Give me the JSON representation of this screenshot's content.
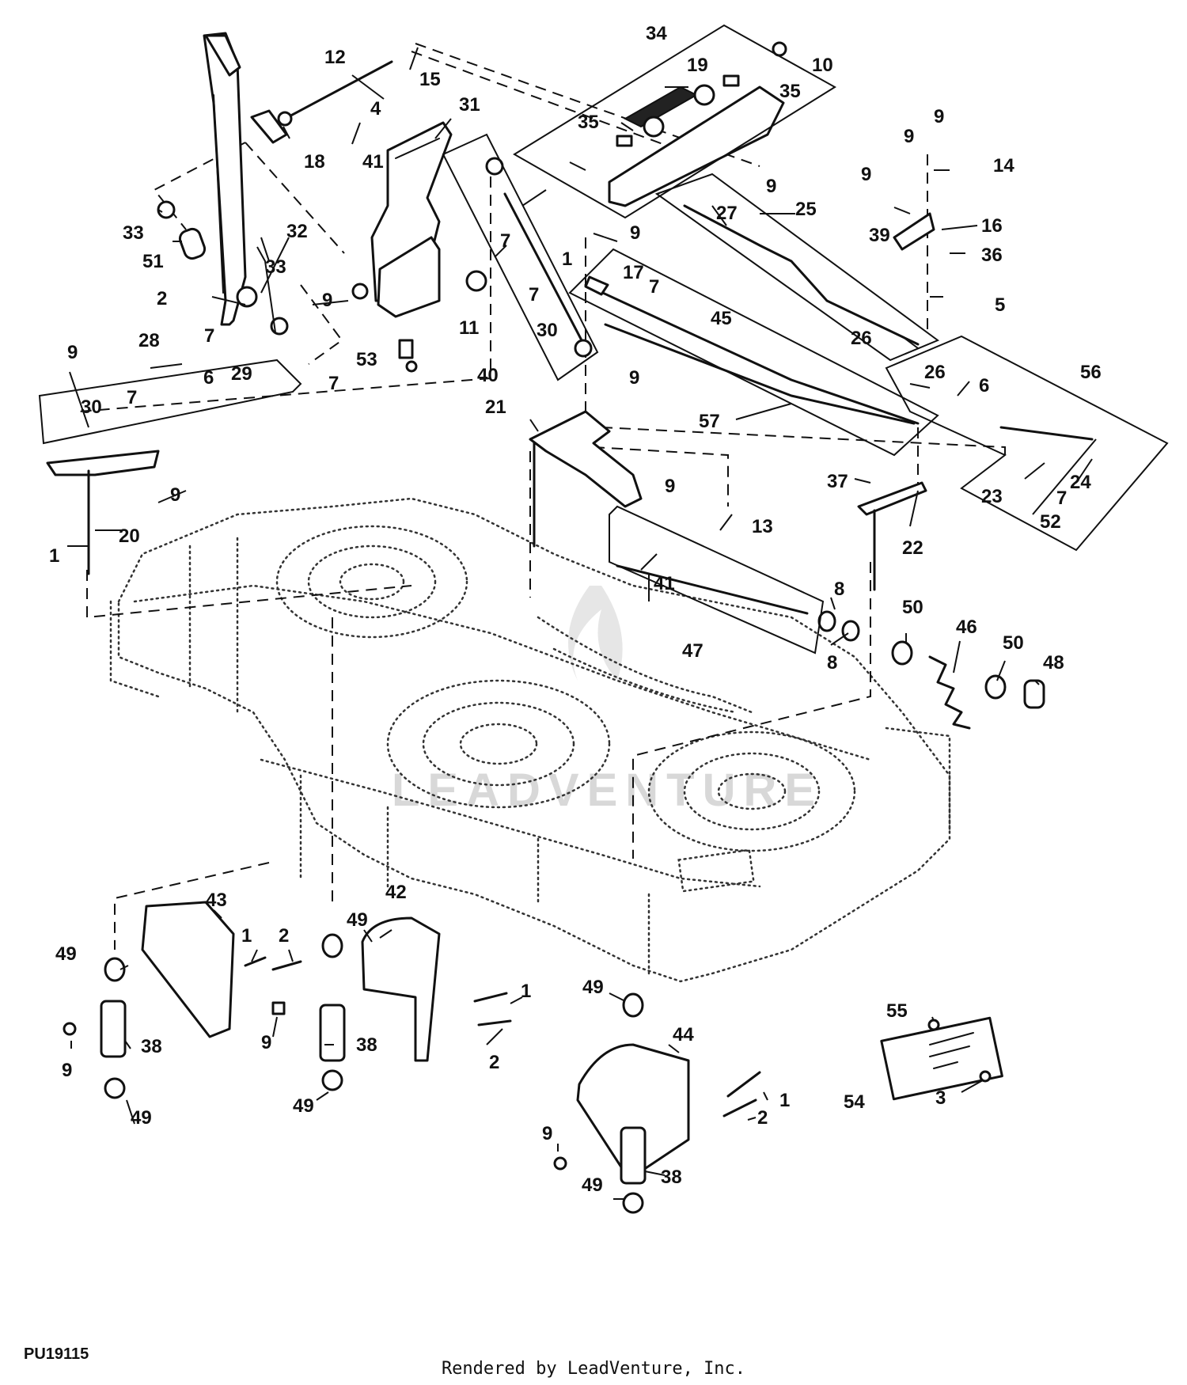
{
  "figure_id": "PU19115",
  "credit": "Rendered by LeadVenture, Inc.",
  "watermark": "LEADVENTURE",
  "callouts": [
    "1",
    "2",
    "3",
    "4",
    "5",
    "6",
    "7",
    "8",
    "9",
    "10",
    "11",
    "12",
    "13",
    "14",
    "15",
    "16",
    "17",
    "18",
    "19",
    "20",
    "21",
    "22",
    "23",
    "24",
    "25",
    "26",
    "27",
    "28",
    "29",
    "30",
    "31",
    "32",
    "33",
    "34",
    "35",
    "36",
    "37",
    "38",
    "39",
    "40",
    "41",
    "42",
    "43",
    "44",
    "45",
    "46",
    "47",
    "48",
    "49",
    "50",
    "51",
    "52",
    "53",
    "54",
    "55",
    "56",
    "57"
  ]
}
